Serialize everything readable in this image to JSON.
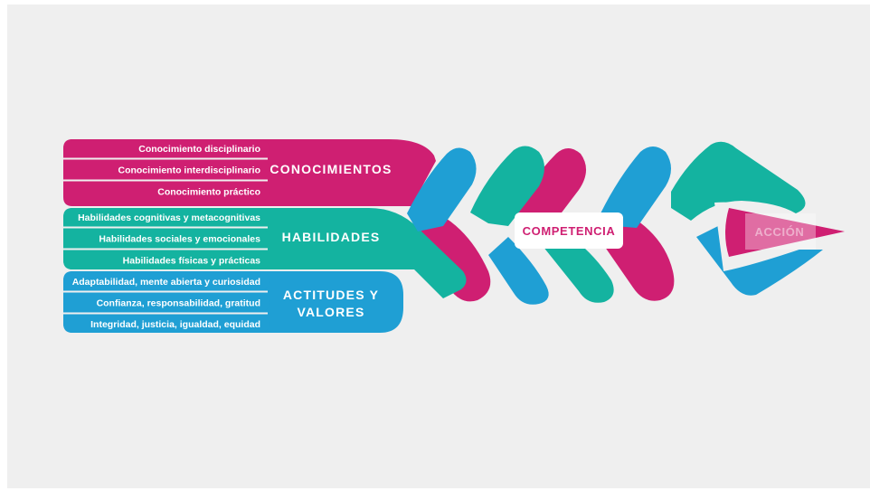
{
  "colors": {
    "magenta": "#cf1f72",
    "teal": "#14b3a0",
    "blue": "#1f9fd4",
    "background": "#efefef"
  },
  "groups": [
    {
      "label": "CONOCIMIENTOS",
      "items": [
        "Conocimiento disciplinario",
        "Conocimiento interdisciplinario",
        "Conocimiento práctico"
      ]
    },
    {
      "label": "HABILIDADES",
      "items": [
        "Habilidades cognitivas y metacognitivas",
        "Habilidades sociales y emocionales",
        "Habilidades físicas y prácticas"
      ]
    },
    {
      "label_lines": [
        "ACTITUDES Y",
        "VALORES"
      ],
      "items": [
        "Adaptabilidad, mente abierta y curiosidad",
        "Confianza, responsabilidad, gratitud",
        "Integridad, justicia, igualdad, equidad"
      ]
    }
  ],
  "competencia_label": "COMPETENCIA",
  "accion_label": "ACCIÓN"
}
